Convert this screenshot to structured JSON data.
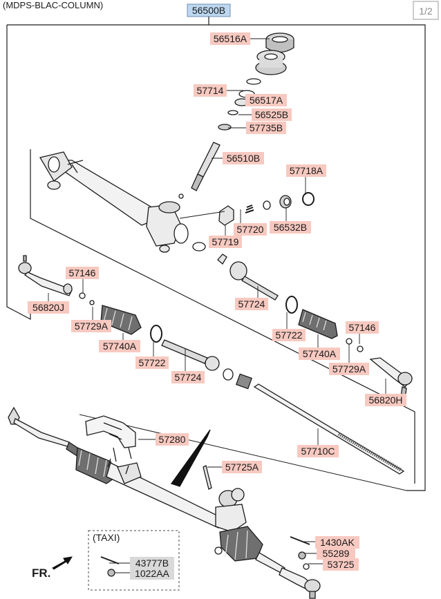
{
  "header": {
    "title": "(MDPS-BLAC-COLUMN)",
    "page": "1/2"
  },
  "assembly_code": "56500B",
  "labels": {
    "p56516A": "56516A",
    "p57714": "57714",
    "p56517A": "56517A",
    "p56525B": "56525B",
    "p57735B": "57735B",
    "p56510B": "56510B",
    "p57718A": "57718A",
    "p57720": "57720",
    "p56532B": "56532B",
    "p57719": "57719",
    "p57146_l": "57146",
    "p56820J": "56820J",
    "p57729A_l": "57729A",
    "p57740A_l": "57740A",
    "p57722_l": "57722",
    "p57724_l": "57724",
    "p57724_r": "57724",
    "p57722_r": "57722",
    "p57740A_r": "57740A",
    "p57146_r": "57146",
    "p57729A_r": "57729A",
    "p56820H": "56820H",
    "p57280": "57280",
    "p57710C": "57710C",
    "p57725A": "57725A",
    "p1430AK": "1430AK",
    "p55289": "55289",
    "p53725": "53725",
    "p43777B": "43777B",
    "p1022AA": "1022AA"
  },
  "taxi_label": "(TAXI)",
  "front_label": "FR.",
  "colors": {
    "callout_fill": "#f7c9c0",
    "callout_text": "#3a1f1a",
    "assembly_fill": "#bcd7ef",
    "taxi_fill": "#d9d9d9",
    "line": "#1a1a1a"
  }
}
